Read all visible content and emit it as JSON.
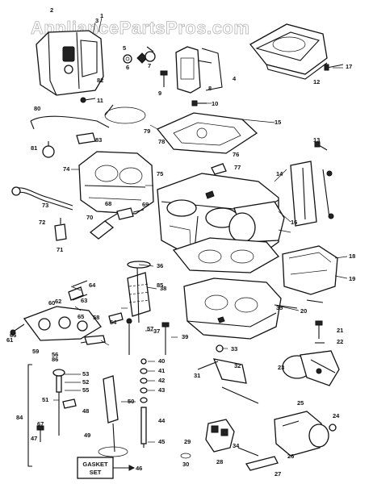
{
  "watermark": "AppliancePartsPros.com",
  "gasket_set_line1": "GASKET",
  "gasket_set_line2": "SET",
  "gasket_set_number": "46",
  "callouts": [
    "1",
    "2",
    "3",
    "4",
    "5",
    "6",
    "7",
    "8",
    "9",
    "10",
    "11",
    "12",
    "13",
    "14",
    "15",
    "16",
    "17",
    "18",
    "19",
    "20",
    "21",
    "22",
    "23",
    "24",
    "25",
    "26",
    "27",
    "28",
    "29",
    "30",
    "31",
    "32",
    "33",
    "34",
    "35",
    "36",
    "37",
    "38",
    "39",
    "40",
    "41",
    "42",
    "43",
    "44",
    "45",
    "47",
    "48",
    "49",
    "50",
    "51",
    "52",
    "53",
    "54",
    "55",
    "56",
    "57",
    "58",
    "59",
    "60",
    "61",
    "62",
    "63",
    "64",
    "65",
    "66",
    "67",
    "68",
    "69",
    "70",
    "71",
    "72",
    "73",
    "74",
    "75",
    "76",
    "77",
    "78",
    "79",
    "80",
    "81",
    "82",
    "83",
    "84",
    "85",
    "86"
  ]
}
